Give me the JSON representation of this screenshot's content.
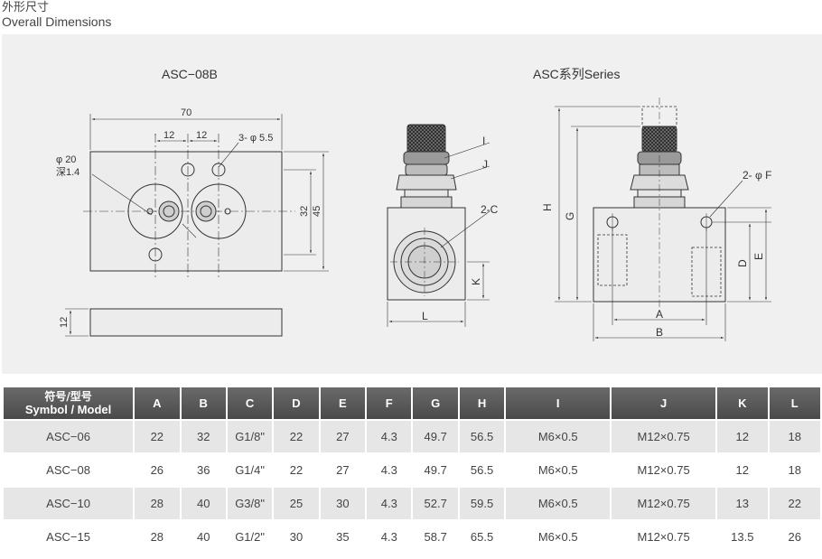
{
  "header": {
    "title_zh": "外形尺寸",
    "title_en": "Overall Dimensions"
  },
  "drawing": {
    "left_title": "ASC−08B",
    "right_title": "ASC系列Series",
    "dims": {
      "d70": "70",
      "d12a": "12",
      "d12b": "12",
      "holes": "3- φ 5.5",
      "phi20": "φ 20",
      "depth": "深1.4",
      "d32": "32",
      "d45": "45",
      "d12side": "12",
      "lblI": "I",
      "lblJ": "J",
      "lbl2C": "2-C",
      "lblK": "K",
      "lblL": "L",
      "lblH": "H",
      "lblG": "G",
      "lbl2F": "2- φ F",
      "lblD": "D",
      "lblE": "E",
      "lblA": "A",
      "lblB": "B"
    }
  },
  "table": {
    "header_zh": "符号/型号",
    "header_en": "Symbol / Model",
    "columns": [
      "A",
      "B",
      "C",
      "D",
      "E",
      "F",
      "G",
      "H",
      "I",
      "J",
      "K",
      "L"
    ],
    "rows": [
      {
        "model": "ASC−06",
        "cells": [
          "22",
          "32",
          "G1/8\"",
          "22",
          "27",
          "4.3",
          "49.7",
          "56.5",
          "M6×0.5",
          "M12×0.75",
          "12",
          "18"
        ]
      },
      {
        "model": "ASC−08",
        "cells": [
          "26",
          "36",
          "G1/4\"",
          "22",
          "27",
          "4.3",
          "49.7",
          "56.5",
          "M6×0.5",
          "M12×0.75",
          "12",
          "18"
        ]
      },
      {
        "model": "ASC−10",
        "cells": [
          "28",
          "40",
          "G3/8\"",
          "25",
          "30",
          "4.3",
          "52.7",
          "59.5",
          "M6×0.5",
          "M12×0.75",
          "13",
          "22"
        ]
      },
      {
        "model": "ASC−15",
        "cells": [
          "28",
          "40",
          "G1/2\"",
          "30",
          "35",
          "4.3",
          "58.7",
          "65.5",
          "M6×0.5",
          "M12×0.75",
          "13.5",
          "26"
        ]
      }
    ]
  }
}
